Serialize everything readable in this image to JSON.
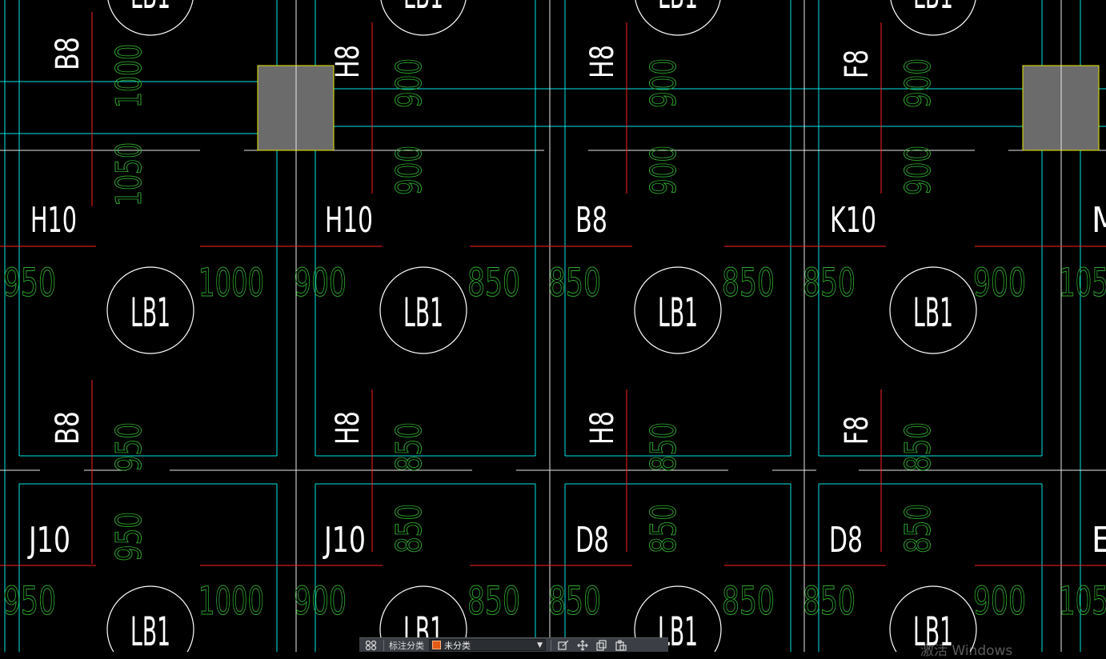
{
  "drawing": {
    "slab_label": "LB1",
    "bay_labels_top": [
      "H10",
      "H10",
      "B8",
      "K10"
    ],
    "bay_labels_top_partial": "M",
    "bay_labels_bottom": [
      "J10",
      "J10",
      "D8",
      "D8"
    ],
    "bay_labels_bottom_partial": "E",
    "vertical_bar_labels_top": [
      "B8",
      "H8",
      "H8",
      "F8"
    ],
    "vertical_bar_labels_mid": [
      "B8",
      "H8",
      "H8",
      "F8"
    ],
    "dims_vertical_row1": [
      "1000",
      "900",
      "900",
      "900"
    ],
    "dims_vertical_row2": [
      "1050",
      "900",
      "900",
      "900"
    ],
    "dims_vertical_row3": [
      "950",
      "850",
      "850",
      "850"
    ],
    "dims_vertical_row4": [
      "950",
      "850",
      "850",
      "850"
    ],
    "dims_horizontal_row1": [
      "950",
      "1000",
      "900",
      "850",
      "850",
      "850",
      "850",
      "900",
      "105"
    ],
    "dims_horizontal_row2": [
      "950",
      "1000",
      "900",
      "850",
      "850",
      "850",
      "850",
      "900",
      "105"
    ],
    "colors": {
      "background": "#000000",
      "beam_outline": "#00e5e5",
      "axis": "#ffffff",
      "rebar": "#ff2020",
      "dimension_text": "#2fa82f",
      "label_text": "#ffffff",
      "column_fill": "#6b6b6b",
      "column_outline": "#e8e800"
    }
  },
  "toolbar": {
    "icon_group": "annotation-group-icon",
    "category_label": "标注分类",
    "category_value": "未分类",
    "category_swatch": "#e35a14",
    "icons": [
      "edit-icon",
      "move-icon",
      "copy-icon",
      "paste-icon"
    ]
  },
  "watermark": "激活 Windows"
}
